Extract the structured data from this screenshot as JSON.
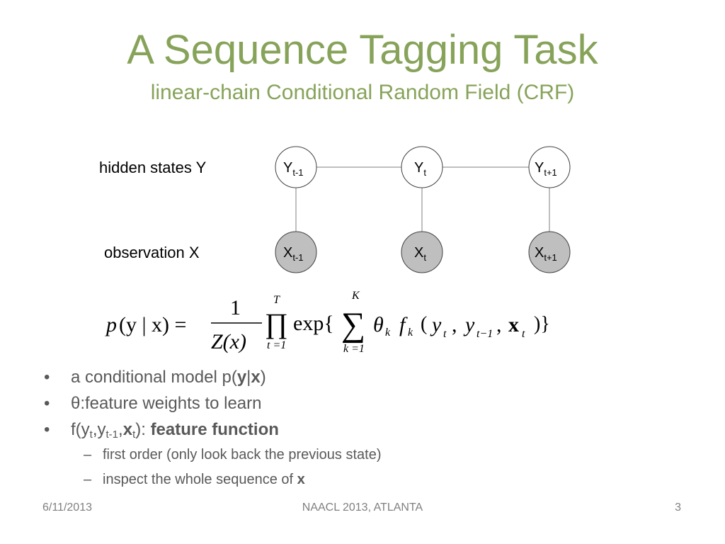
{
  "slide": {
    "title": "A Sequence Tagging Task",
    "subtitle": "linear-chain Conditional Random Field (CRF)"
  },
  "diagram": {
    "hidden_label": "hidden states Y",
    "observation_label": "observation X",
    "hidden_nodes": [
      {
        "base": "Y",
        "sub": "t-1"
      },
      {
        "base": "Y",
        "sub": "t"
      },
      {
        "base": "Y",
        "sub": "t+1"
      }
    ],
    "observed_nodes": [
      {
        "base": "X",
        "sub": "t-1"
      },
      {
        "base": "X",
        "sub": "t"
      },
      {
        "base": "X",
        "sub": "t+1"
      }
    ],
    "colors": {
      "hidden_fill": "#ffffff",
      "observed_fill": "#bfbfbf",
      "edge": "#7f7f7f"
    }
  },
  "formula": {
    "lhs_p": "p",
    "lhs_args": "(y | x) =",
    "frac_num": "1",
    "frac_den": "Z(x)",
    "prod_sym": "∏",
    "prod_upper": "T",
    "prod_lower": "t =1",
    "exp": "exp{",
    "sum_sym": "∑",
    "sum_upper": "K",
    "sum_lower": "k =1",
    "theta": "θ",
    "theta_sub": "k",
    "f": "f",
    "f_sub": "k",
    "args_open": "(",
    "y": "y",
    "y_sub": "t",
    "comma1": ",",
    "y2": "y",
    "y2_sub": "t−1",
    "comma2": ",",
    "x": "x",
    "x_sub": "t",
    "close": ")}"
  },
  "bullets": {
    "b1_pre": "a conditional model p(",
    "b1_y": "y",
    "b1_bar": "|",
    "b1_x": "x",
    "b1_post": ")",
    "b2": "θ:feature weights to learn",
    "b3_f": "f(y",
    "b3_s1": "t",
    "b3_c1": ",y",
    "b3_s2": "t-1",
    "b3_c2": ",",
    "b3_x": "x",
    "b3_s3": "t",
    "b3_close": "): ",
    "b3_bold": "feature function",
    "sub1": "first order (only look back the previous state)",
    "sub2_pre": "inspect the whole sequence of ",
    "sub2_x": "x"
  },
  "footer": {
    "date": "6/11/2013",
    "center": "NAACL 2013, ATLANTA",
    "page": "3"
  }
}
